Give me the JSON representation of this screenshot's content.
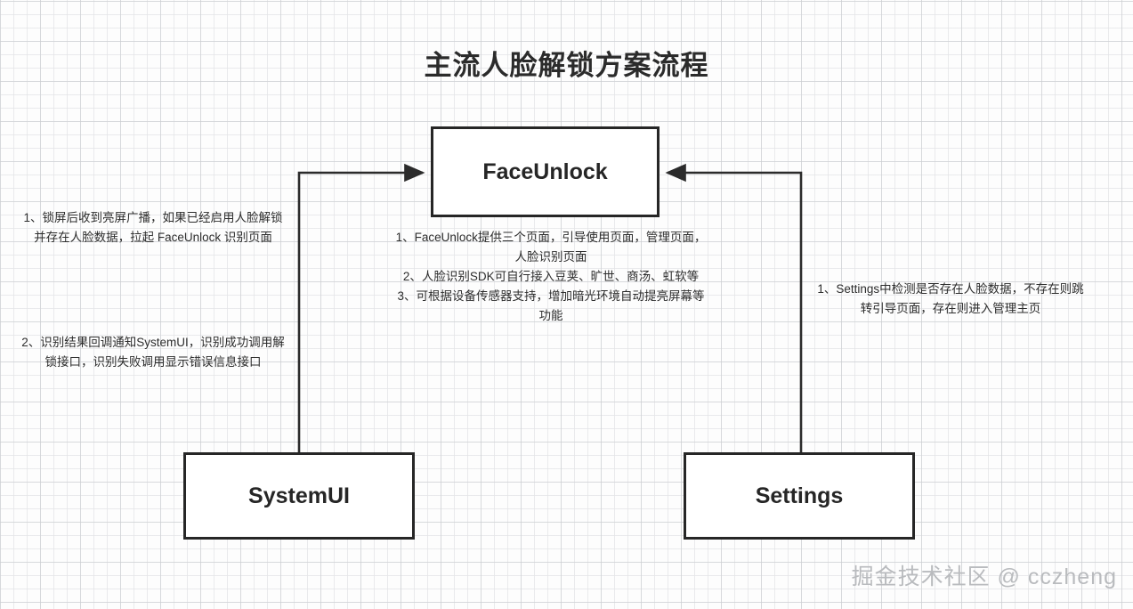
{
  "diagram": {
    "title": "主流人脸解锁方案流程",
    "nodes": {
      "faceunlock": "FaceUnlock",
      "systemui": "SystemUI",
      "settings": "Settings"
    },
    "notes": {
      "systemui_1": "1、锁屏后收到亮屏广播，如果已经启用人脸解锁\n并存在人脸数据，拉起 FaceUnlock 识别页面",
      "systemui_2": "2、识别结果回调通知SystemUI，识别成功调用解\n锁接口，识别失败调用显示错误信息接口",
      "faceunlock": "1、FaceUnlock提供三个页面，引导使用页面，管理页面，\n人脸识别页面\n2、人脸识别SDK可自行接入豆荚、旷世、商汤、虹软等\n3、可根据设备传感器支持，增加暗光环境自动提亮屏幕等\n功能",
      "settings": "1、Settings中检测是否存在人脸数据，不存在则跳\n转引导页面，存在则进入管理主页"
    },
    "edges": [
      {
        "from": "systemui",
        "to": "faceunlock",
        "direction": "right",
        "arrow": true
      },
      {
        "from": "settings",
        "to": "faceunlock",
        "direction": "left",
        "arrow": true
      }
    ],
    "colors": {
      "node_border": "#262626",
      "node_fill": "#ffffff",
      "edge": "#2b2b2b",
      "text": "#2d2d2d",
      "grid_minor": "#e4e5e8",
      "grid_major": "#c8cace",
      "watermark": "#b9bbbe"
    },
    "watermark": "掘金技术社区 @ cczheng"
  }
}
